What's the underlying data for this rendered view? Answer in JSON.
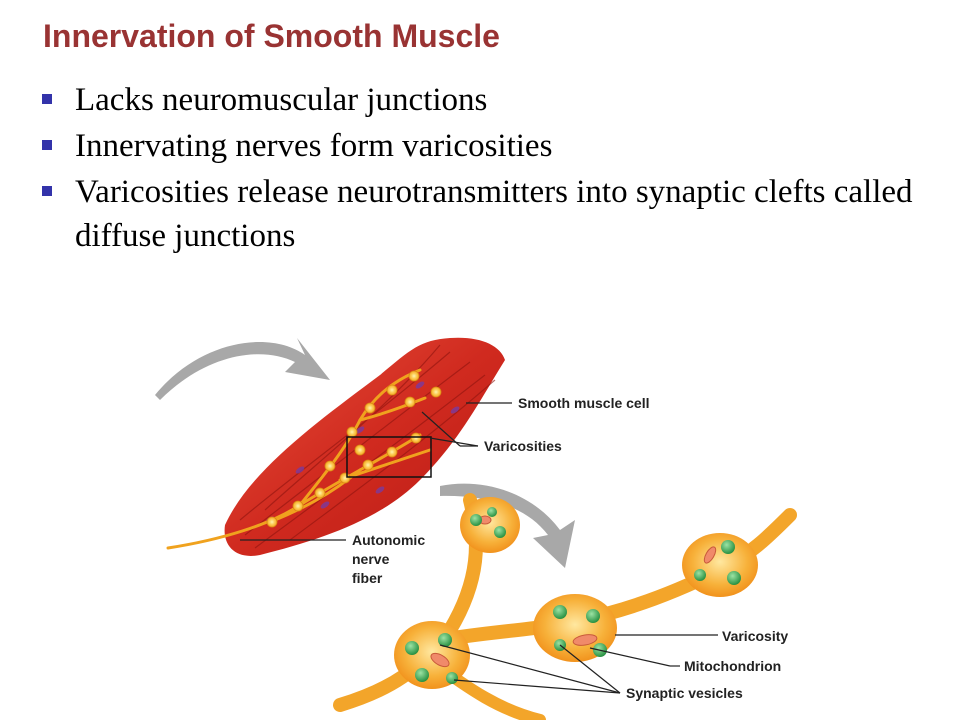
{
  "slide": {
    "title": "Innervation of Smooth Muscle",
    "bullets": [
      "Lacks neuromuscular junctions",
      "Innervating nerves form varicosities",
      "Varicosities release neurotransmitters into synaptic clefts called diffuse junctions"
    ]
  },
  "diagram": {
    "labels": {
      "smooth_muscle_cell": "Smooth muscle cell",
      "varicosities": "Varicosities",
      "autonomic_1": "Autonomic",
      "autonomic_2": "nerve",
      "autonomic_3": "fiber",
      "varicosity": "Varicosity",
      "mitochondrion": "Mitochondrion",
      "synaptic_vesicles": "Synaptic vesicles"
    },
    "colors": {
      "title": "#993333",
      "bullet": "#3333aa",
      "muscle": "#d9362a",
      "nerve": "#f5a623",
      "vesicle": "#2e9a4a",
      "arrow": "#a8a8a8"
    }
  }
}
